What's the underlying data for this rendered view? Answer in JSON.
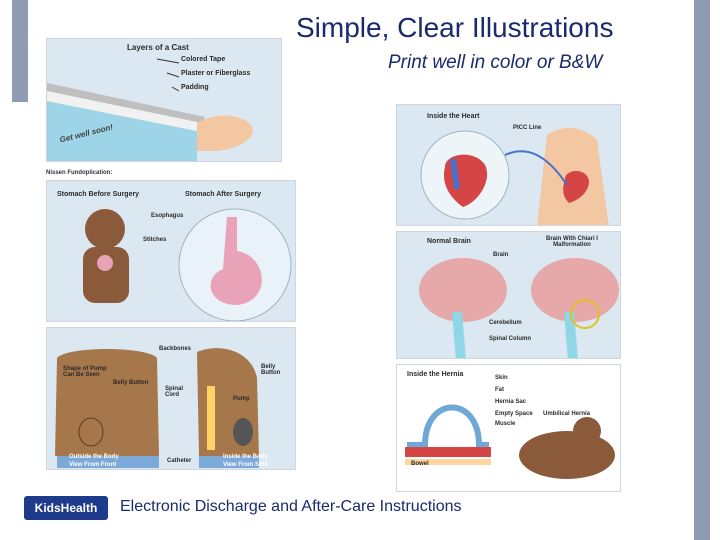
{
  "slide": {
    "title": "Simple, Clear Illustrations",
    "subtitle": "Print well in color or B&W",
    "footer": "Electronic Discharge and After-Care Instructions",
    "logo_text": "KidsHealth"
  },
  "panels": {
    "cast": {
      "title": "Layers of a Cast",
      "labels": [
        "Colored Tape",
        "Plaster or Fiberglass",
        "Padding"
      ],
      "signature": "Get well soon!"
    },
    "stomach": {
      "caption": "Nissen Fundoplication:",
      "title_before": "Stomach Before Surgery",
      "title_after": "Stomach After Surgery",
      "labels": [
        "Esophagus",
        "Stitches"
      ]
    },
    "pump": {
      "labels": [
        "Backbones",
        "Shape of Pump Can Be Seen",
        "Belly Button",
        "Spinal Cord",
        "Belly Button",
        "Pump",
        "Catheter"
      ],
      "footer_left": "Outside the Body",
      "footer_left_sub": "View From Front",
      "footer_right": "Inside the Body",
      "footer_right_sub": "View From Side"
    },
    "heart": {
      "title": "Inside the Heart",
      "label": "PICC Line"
    },
    "brain": {
      "title_left": "Normal Brain",
      "title_right": "Brain With Chiari I Malformation",
      "labels": [
        "Brain",
        "Cerebellum",
        "Spinal Column"
      ]
    },
    "hernia": {
      "title": "Inside the Hernia",
      "labels": [
        "Skin",
        "Fat",
        "Hernia Sac",
        "Empty Space",
        "Muscle",
        "Bowel",
        "Umbilical Hernia"
      ]
    }
  },
  "colors": {
    "title": "#1a2a6c",
    "accent_bar": "#8f9bb3",
    "logo": "#1e3a8a"
  }
}
